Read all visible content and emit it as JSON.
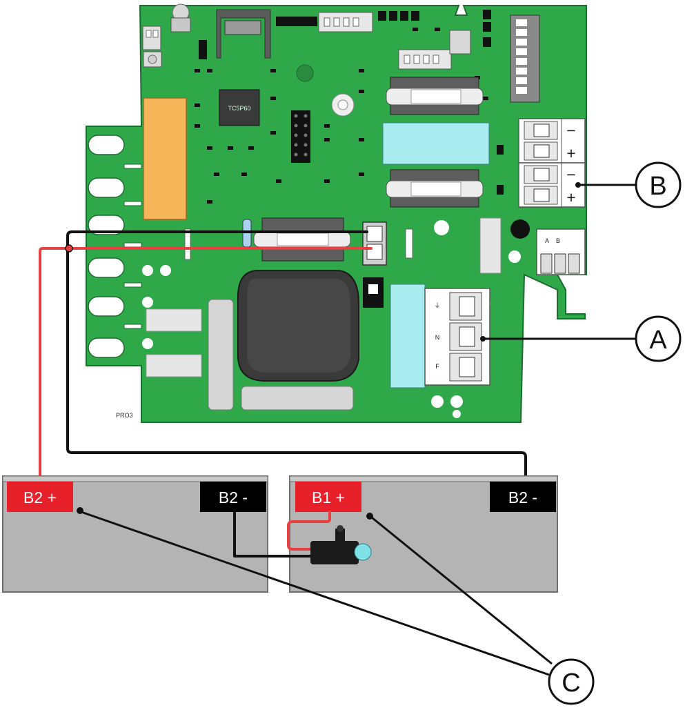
{
  "board": {
    "model_label": "PRO3",
    "chip_marking": "TC5P60",
    "signal_terminal_labels": [
      "A",
      "B"
    ],
    "power_terminal_signs": [
      "−",
      "+",
      "−",
      "+"
    ],
    "input_terminal_marks": [
      "⏚",
      "N",
      "F"
    ]
  },
  "batteries": {
    "left": {
      "pos_label": "B2 +",
      "neg_label": "B2 -"
    },
    "right": {
      "pos_label": "B1 +",
      "neg_label": "B2 -"
    }
  },
  "callouts": {
    "a": "A",
    "b": "B",
    "c": "C"
  },
  "colors": {
    "pcb": "#2fa84a",
    "battery": "#b4b4b4",
    "positive_terminal": "#e8202a",
    "negative_terminal": "#000000",
    "red_wire": "#e84040",
    "black_wire": "#111111",
    "relay": "#f7b55a",
    "capacitor_block": "#a8ecf0"
  }
}
